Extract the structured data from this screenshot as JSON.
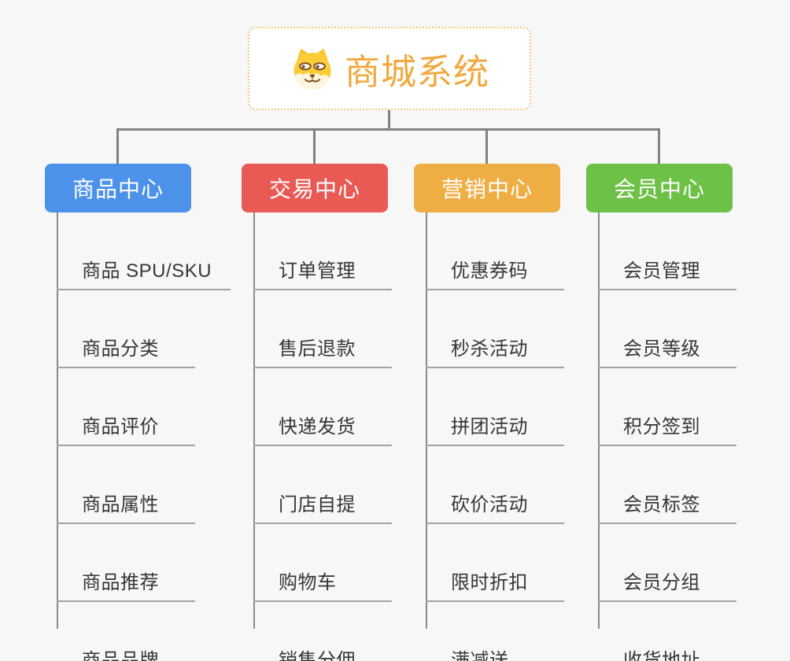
{
  "app": {
    "background_color": "#f7f7f7",
    "connector_color": "#828282",
    "underline_color": "#a3a3a3",
    "leaf_text_color": "#35353b"
  },
  "root": {
    "title": "商城系统",
    "title_color": "#f1a83e",
    "border_color": "#f5c87d",
    "icon": "dog-face-icon"
  },
  "branches": [
    {
      "label": "商品中心",
      "color": "#4c92ea",
      "children": [
        "商品 SPU/SKU",
        "商品分类",
        "商品评价",
        "商品属性",
        "商品推荐",
        "商品品牌"
      ]
    },
    {
      "label": "交易中心",
      "color": "#ea5a55",
      "children": [
        "订单管理",
        "售后退款",
        "快递发货",
        "门店自提",
        "购物车",
        "销售分佣"
      ]
    },
    {
      "label": "营销中心",
      "color": "#efae43",
      "children": [
        "优惠券码",
        "秒杀活动",
        "拼团活动",
        "砍价活动",
        "限时折扣",
        "满减送"
      ]
    },
    {
      "label": "会员中心",
      "color": "#6dc146",
      "children": [
        "会员管理",
        "会员等级",
        "积分签到",
        "会员标签",
        "会员分组",
        "收货地址"
      ]
    }
  ]
}
